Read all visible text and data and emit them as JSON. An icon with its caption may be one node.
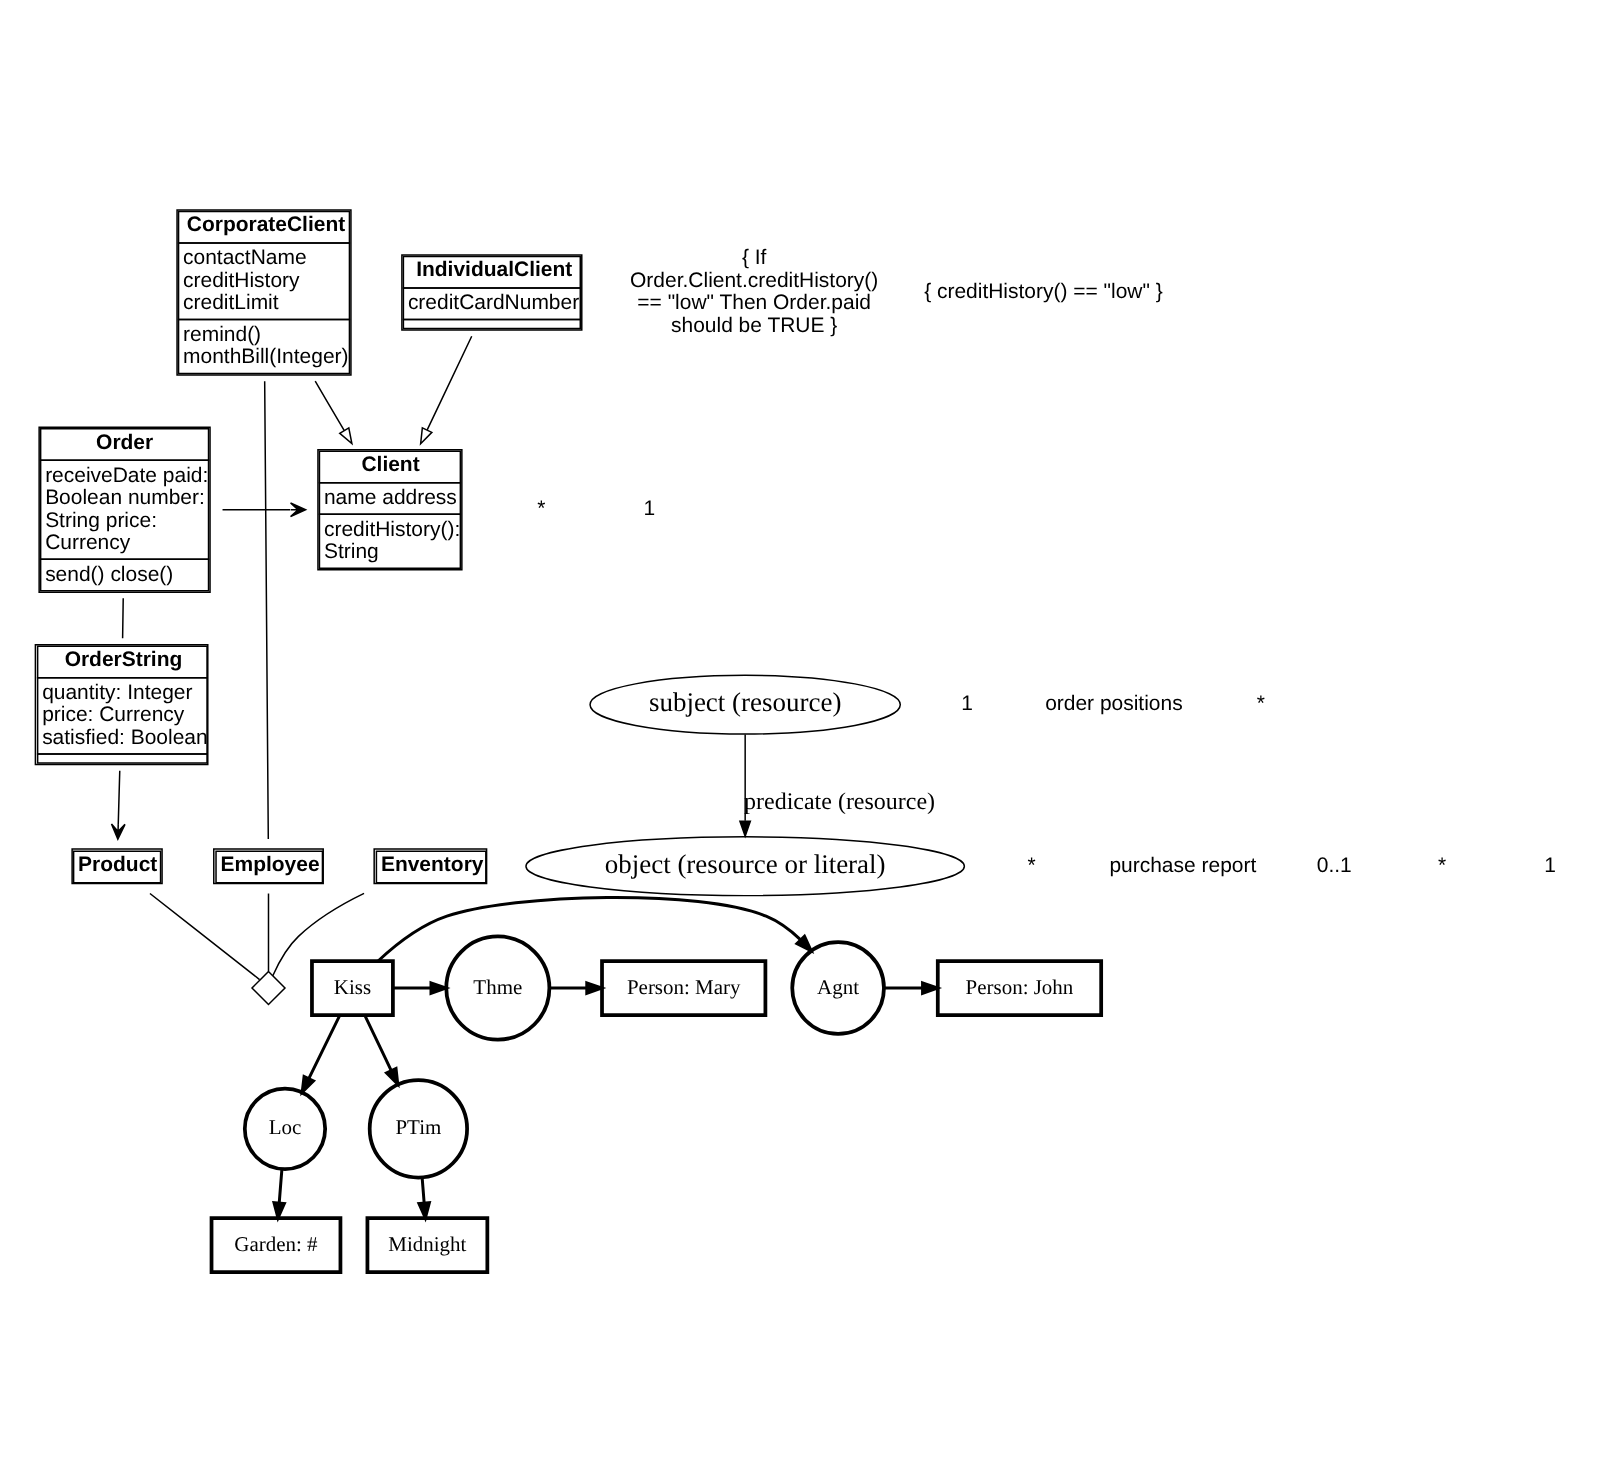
{
  "diagram": {
    "nodes": [
      {
        "text": [
          "Order",
          "receiveDate paid: Boolean number: String price: Currency",
          "send() close()"
        ]
      },
      {
        "text": [
          "Client",
          "name address",
          "creditHistory(): String"
        ]
      },
      {
        "text": [
          "CorporateClient",
          "contactName creditHistory creditLimit",
          "remind() monthBill(Integer)"
        ]
      },
      {
        "text": [
          "IndividualClient",
          "creditCardNumber"
        ]
      },
      {
        "text": [
          "OrderString",
          "quantity: Integer price: Currency satisfied: Boolean"
        ]
      },
      {
        "text": [
          "Employee"
        ]
      },
      {
        "text": [
          "Product"
        ]
      },
      {
        "text": [
          "Enventory"
        ]
      },
      {
        "text": [],
        "shape": "diamond"
      },
      {
        "text": [
          "subject (resource)"
        ]
      },
      {
        "text": [
          "object (resource or literal)"
        ]
      },
      {
        "text": [
          "Person: John"
        ]
      },
      {
        "text": [
          "Agnt"
        ]
      },
      {
        "text": [
          "Kiss"
        ]
      },
      {
        "text": [
          "Thme"
        ]
      },
      {
        "text": [
          "Person: Mary"
        ]
      },
      {
        "text": [
          "Loc"
        ]
      },
      {
        "text": [
          "PTim"
        ]
      },
      {
        "text": [
          "Garden: #"
        ]
      },
      {
        "text": [
          "Midnight"
        ]
      }
    ],
    "edges": [
      {
        "from": 0,
        "to": 1,
        "arrow": "to"
      },
      {
        "from": 2,
        "to": 1,
        "arrow": "to"
      },
      {
        "from": 3,
        "to": 1,
        "arrow": "to"
      },
      {
        "from": 0,
        "to": 4,
        "arrow": "none"
      },
      {
        "from": 4,
        "to": 6,
        "arrow": "to"
      },
      {
        "from": 2,
        "to": 5,
        "arrow": "none"
      },
      {
        "from": 5,
        "to": 8,
        "arrow": "none"
      },
      {
        "from": 6,
        "to": 8,
        "arrow": "none"
      },
      {
        "from": 7,
        "to": 8,
        "arrow": "none"
      },
      {
        "from": 9,
        "to": 10,
        "label": "predicate (resource)",
        "arrow": "to"
      },
      {
        "from": 13,
        "to": 12,
        "arrow": "to"
      },
      {
        "from": 12,
        "to": 11,
        "arrow": "to"
      },
      {
        "from": 13,
        "to": 14,
        "arrow": "to"
      },
      {
        "from": 14,
        "to": 15,
        "arrow": "to"
      },
      {
        "from": 13,
        "to": 16,
        "arrow": "to"
      },
      {
        "from": 16,
        "to": 18,
        "arrow": "to"
      },
      {
        "from": 13,
        "to": 17,
        "arrow": "to"
      },
      {
        "from": 17,
        "to": 19,
        "arrow": "to"
      }
    ],
    "labels": [
      "*",
      "1",
      "1",
      "{ If  Order.Client.creditHistory() == \"low\" Then Order.paid should be TRUE }",
      "{ creditHistory() == \"low\" }",
      "*",
      "purchase report",
      "0..1",
      "order positions",
      "*",
      "*",
      "1"
    ]
  }
}
